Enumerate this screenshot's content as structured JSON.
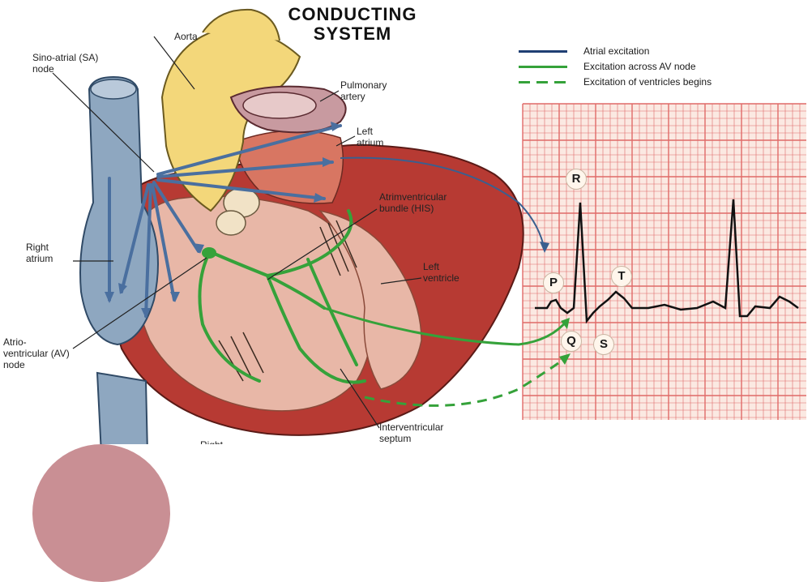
{
  "title": "CONDUCTING\nSYSTEM",
  "legend": [
    {
      "label": "Atrial excitation",
      "color": "#1f3f73",
      "style": "solid"
    },
    {
      "label": "Excitation across AV node",
      "color": "#35a23a",
      "style": "solid"
    },
    {
      "label": "Excitation of ventricles begins",
      "color": "#35a23a",
      "style": "dashed"
    }
  ],
  "labels": {
    "aorta": "Aorta",
    "sa_node": "Sino-atrial (SA)\nnode",
    "pulmonary_artery": "Pulmonary\nartery",
    "left_atrium": "Left\natrium",
    "av_bundle": "Atrimventricular\nbundle (HIS)",
    "right_atrium": "Right\natrium",
    "left_ventricle": "Left\nventricle",
    "av_node": "Atrio-\nventricular (AV)\nnode",
    "interventricular_septum": "Interventricular\nseptum",
    "right_ventricle": "Right"
  },
  "ecg_labels": {
    "p": "P",
    "q": "Q",
    "r": "R",
    "s": "S",
    "t": "T"
  },
  "colors": {
    "grid_bg": "#fbe9e2",
    "grid_line": "#e06a68",
    "heart_muscle": "#b73a33",
    "heart_light": "#e8b7a7",
    "aorta_yellow": "#f3d77a",
    "vein_blue": "#8ea7c0",
    "arrow_blue": "#4a6f9f",
    "conduction_green": "#35a23a"
  }
}
